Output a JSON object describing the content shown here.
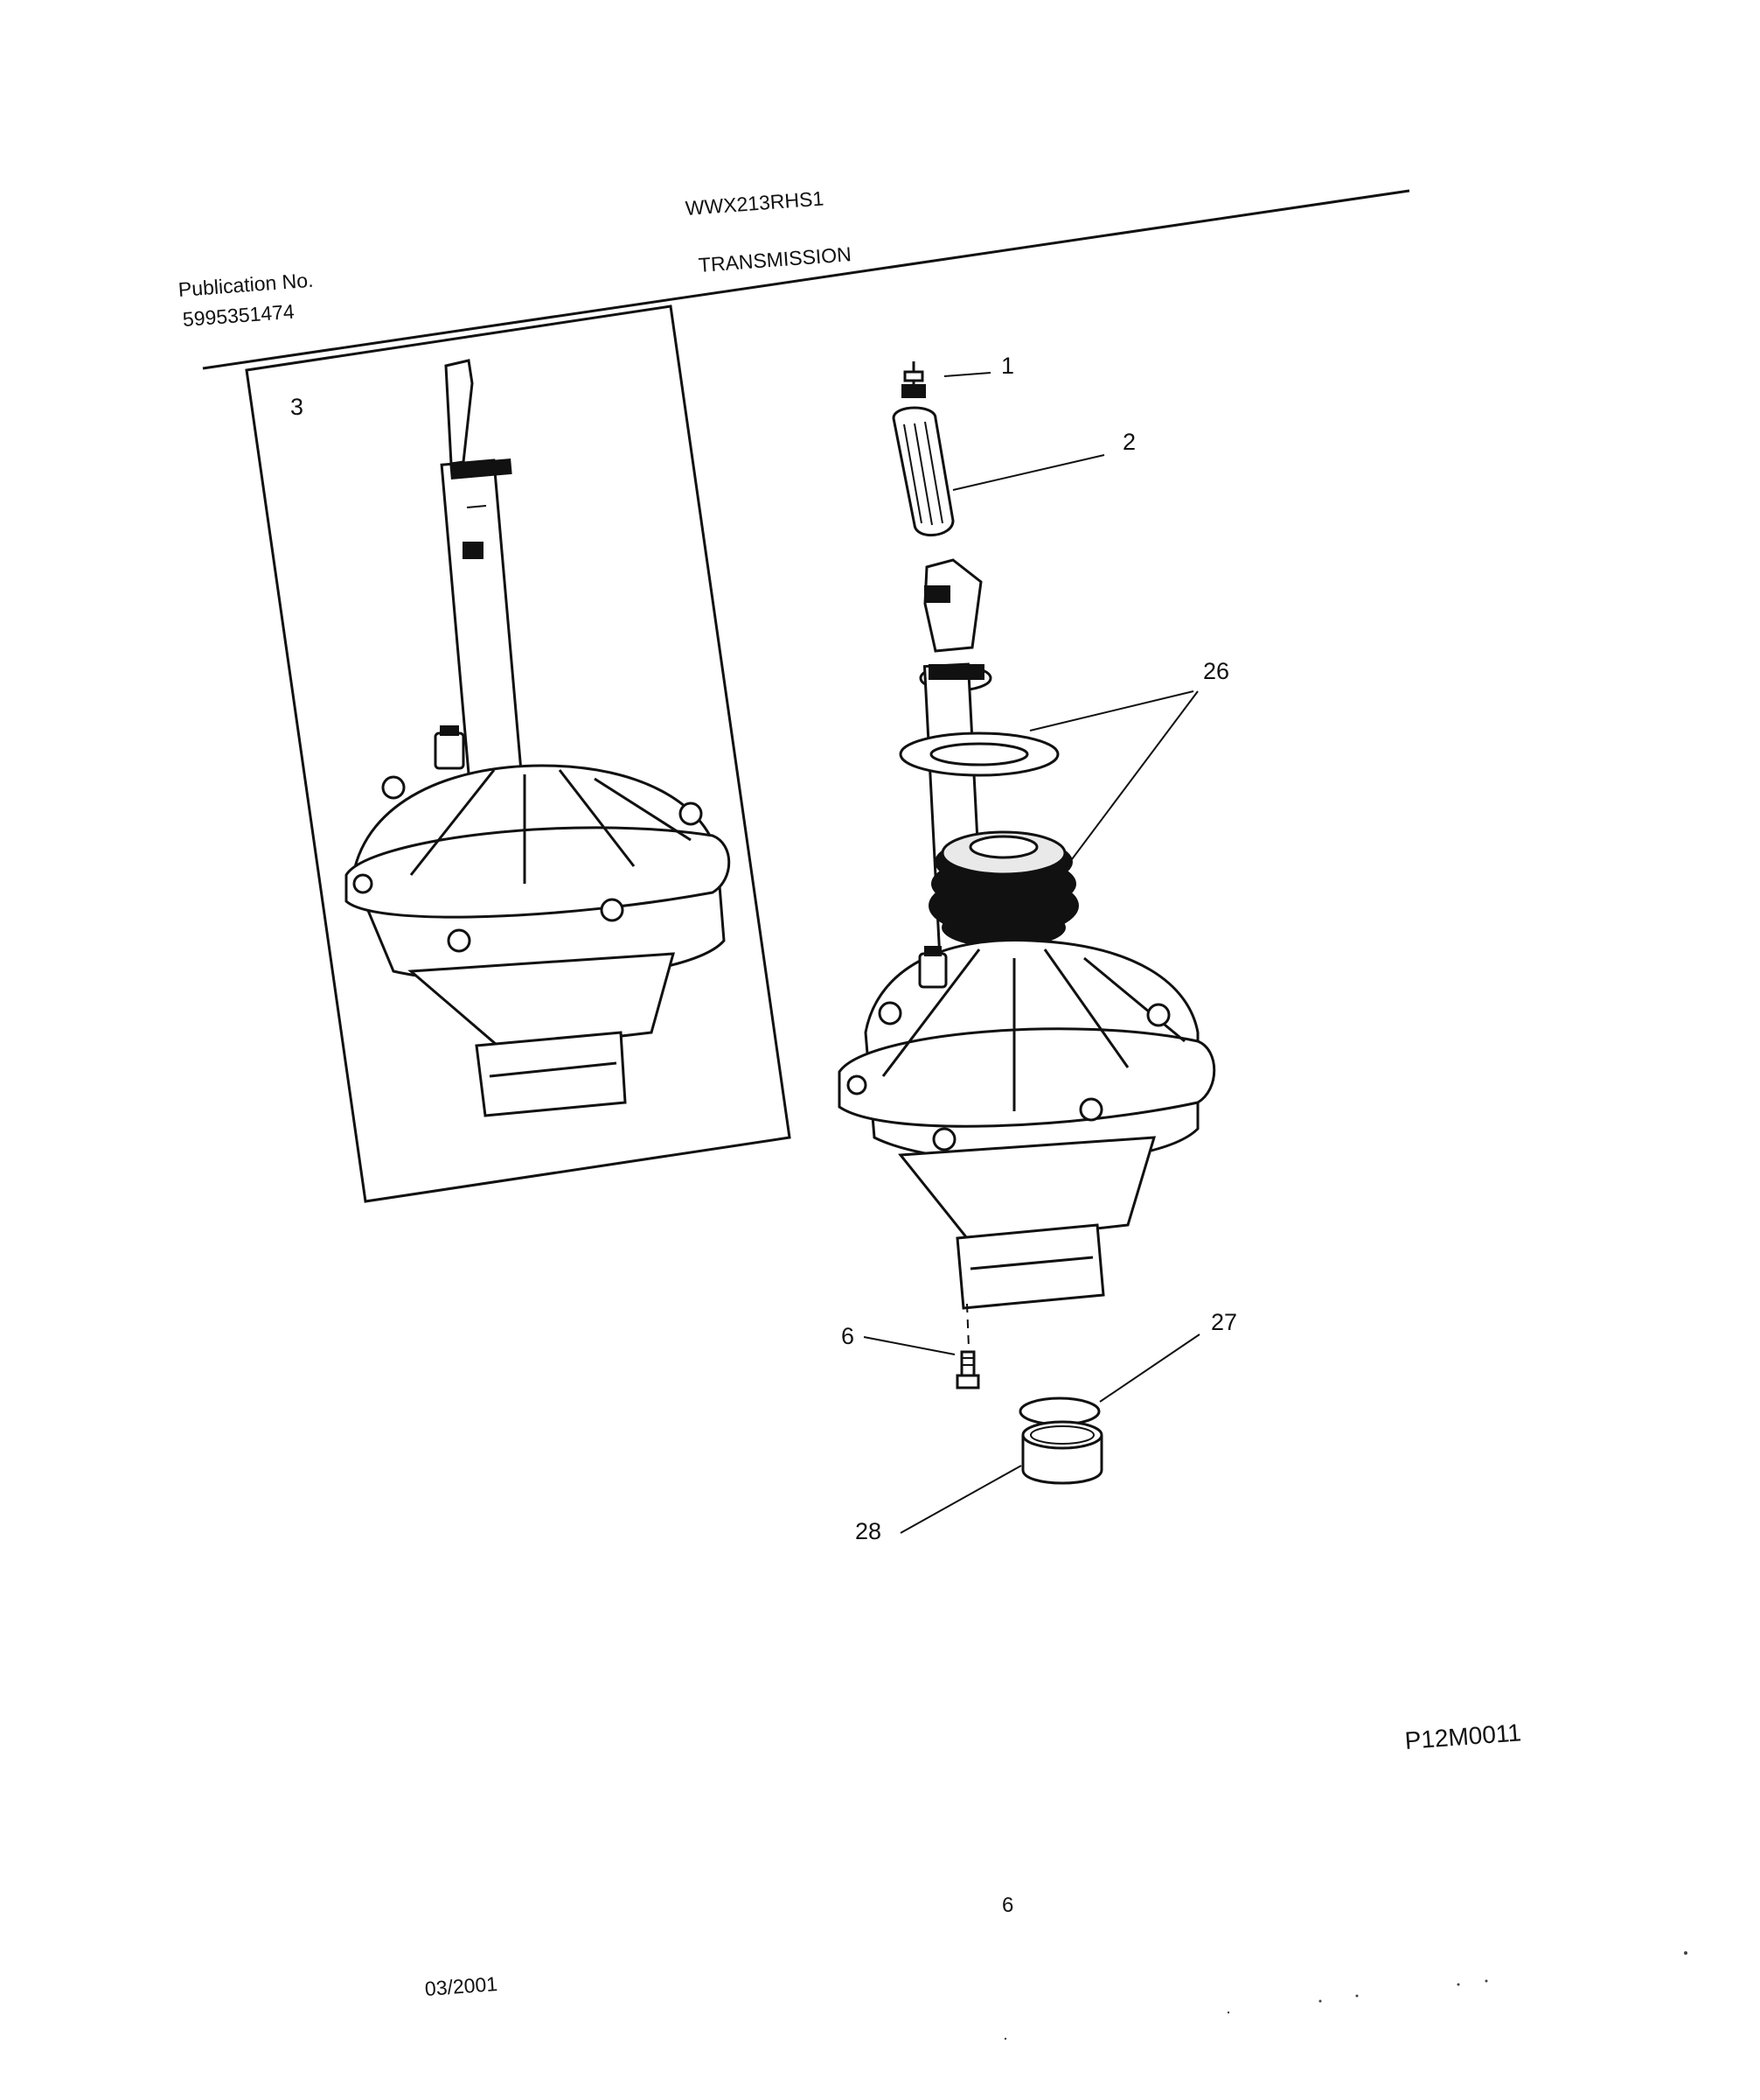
{
  "header": {
    "model": "WWX213RHS1",
    "section": "TRANSMISSION",
    "publication_label": "Publication No.",
    "publication_number": "5995351474"
  },
  "callouts": [
    "1",
    "2",
    "3",
    "6",
    "26",
    "27",
    "28"
  ],
  "figure_id": "P12M0011",
  "footer": {
    "page_number": "6",
    "date": "03/2001"
  },
  "colors": {
    "ink": "#111111",
    "paper": "#ffffff",
    "rubber": "#111111"
  }
}
